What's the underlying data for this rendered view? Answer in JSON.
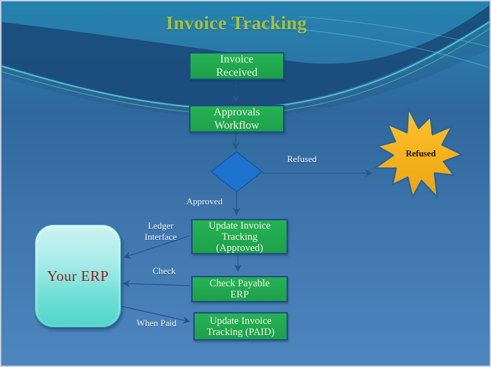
{
  "title": "Invoice Tracking",
  "nodes": {
    "invoice_received": {
      "label": "Invoice\nReceived"
    },
    "approvals_workflow": {
      "label": "Approvals\nWorkflow"
    },
    "decision_diamond": {
      "label": ""
    },
    "refused_star": {
      "label": "Refused"
    },
    "update_approved": {
      "label": "Update Invoice\nTracking\n(Approved)"
    },
    "check_payable": {
      "label": "Check Payable\nERP"
    },
    "update_paid": {
      "label": "Update Invoice\nTracking (PAID)"
    },
    "your_erp": {
      "label": "Your ERP"
    }
  },
  "edges": [
    {
      "from": "invoice_received",
      "to": "approvals_workflow",
      "label": ""
    },
    {
      "from": "approvals_workflow",
      "to": "decision_diamond",
      "label": ""
    },
    {
      "from": "decision_diamond",
      "to": "refused_star",
      "label": "Refused"
    },
    {
      "from": "decision_diamond",
      "to": "update_approved",
      "label": "Approved"
    },
    {
      "from": "update_approved",
      "to": "check_payable",
      "label": ""
    },
    {
      "from": "update_approved",
      "to": "your_erp",
      "label": "Ledger\nInterface"
    },
    {
      "from": "check_payable",
      "to": "your_erp",
      "label": "Check"
    },
    {
      "from": "your_erp",
      "to": "update_paid",
      "label": "When Paid"
    }
  ],
  "colors": {
    "title_text": "#a6c23d",
    "process_box_fill": "#21aa4e",
    "process_box_border": "#1c4f85",
    "process_box_text": "#f2f5e6",
    "decision_fill": "#1d73cf",
    "starburst_fill": "#f6b11c",
    "starburst_border": "#2d639c",
    "erp_fill_top": "#cdf3f3",
    "erp_fill_bottom": "#52d5ca",
    "erp_text": "#9e1b1b",
    "connector": "#24568c",
    "background_top": "#2383ae",
    "background_bottom": "#4d87bf"
  }
}
